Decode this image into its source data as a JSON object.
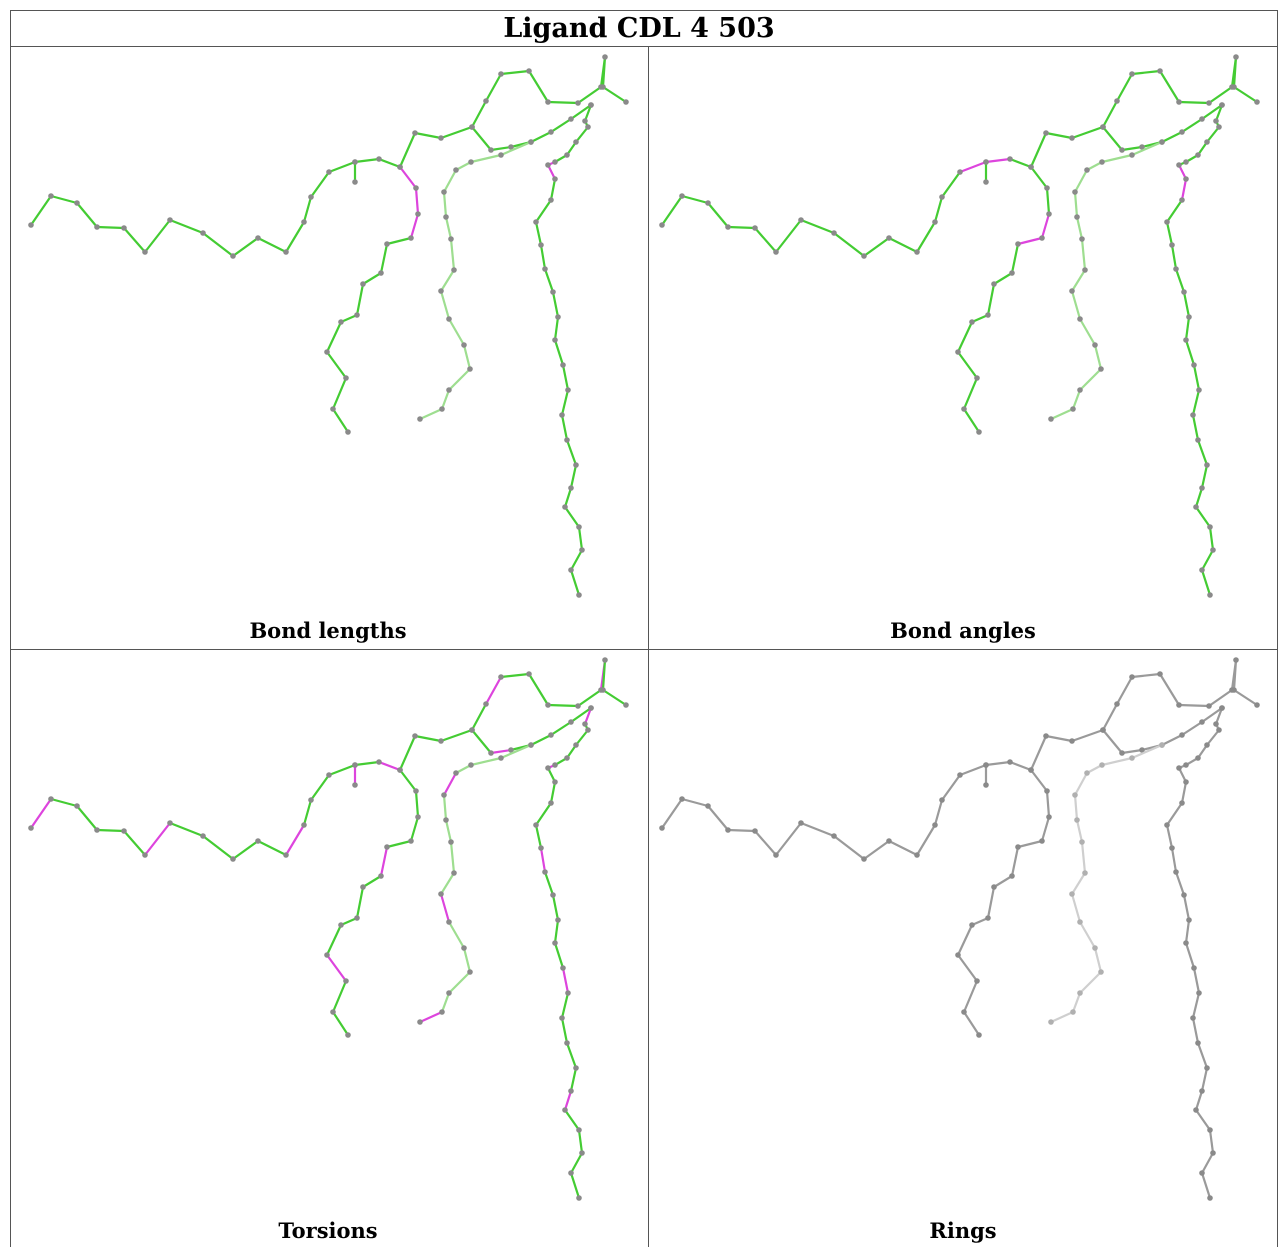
{
  "title": "Ligand CDL 4 503",
  "panels": [
    {
      "caption": "Bond lengths",
      "scheme": "lengths"
    },
    {
      "caption": "Bond angles",
      "scheme": "angles"
    },
    {
      "caption": "Torsions",
      "scheme": "torsions"
    },
    {
      "caption": "Rings",
      "scheme": "rings"
    }
  ],
  "colors": {
    "green": "#44cc33",
    "pale_green": "#9ede90",
    "magenta": "#dd44dd",
    "atom": "#8a8a8a",
    "gray_bond": "#9a9a9a",
    "light_gray": "#cfcfcf"
  }
}
